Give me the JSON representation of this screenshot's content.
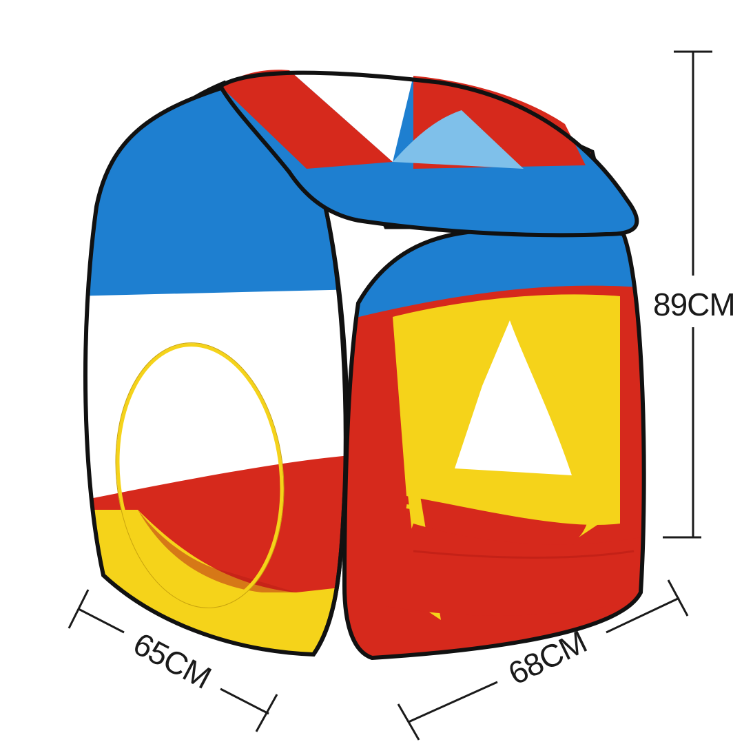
{
  "product": {
    "colors": {
      "blue": "#1e7fd0",
      "red": "#d6291c",
      "yellow": "#f5d31a",
      "white": "#ffffff",
      "outline": "#111111",
      "sky": "#7fc0ea"
    }
  },
  "dimensions": {
    "height": "89CM",
    "depth": "65CM",
    "width": "68CM"
  }
}
